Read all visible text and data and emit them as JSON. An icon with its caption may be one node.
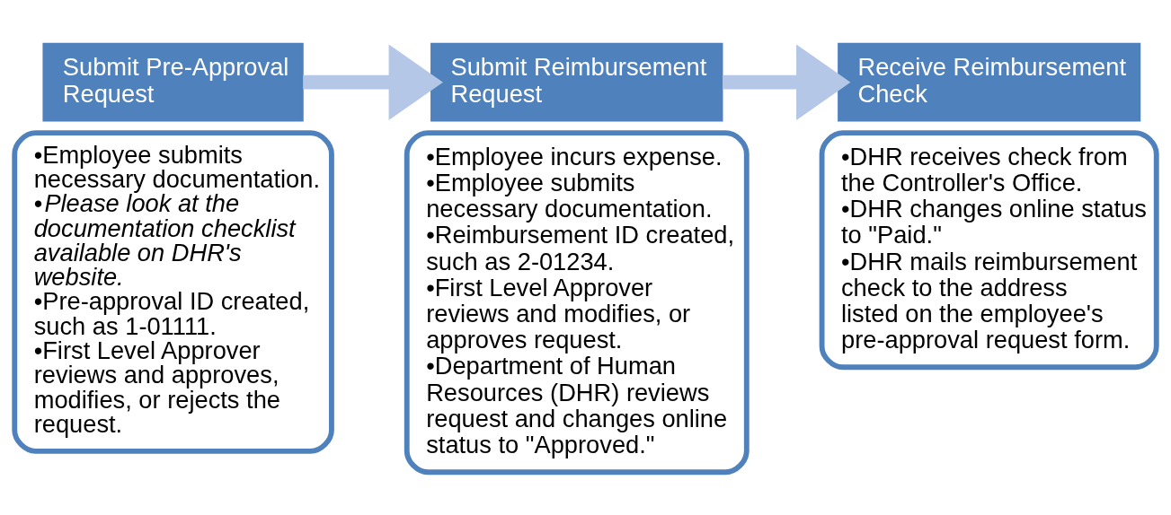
{
  "diagram": {
    "nodes": [
      {
        "text": [
          "Submit Pre-Approval Request"
        ]
      },
      {
        "text": [
          "•Employee submits necessary documentation.",
          "•*Please look at the documentation checklist available on DHR's website.*",
          "•Pre-approval ID created, such as 1-01111.",
          "•First Level Approver reviews and approves, modifies, or rejects the request."
        ]
      },
      {
        "text": [
          "Submit Reimbursement Request"
        ]
      },
      {
        "text": [
          "•Employee incurs expense.",
          "•Employee submits necessary documentation.",
          "•Reimbursement ID created, such as 2-01234.",
          "•First Level Approver reviews and modifies, or approves request.",
          "•Department of Human Resources (DHR) reviews request and changes online status to \"Approved.\""
        ]
      },
      {
        "text": [
          "Receive Reimbursement Check"
        ]
      },
      {
        "text": [
          "•DHR receives check from the Controller's Office.",
          "•DHR changes online status to \"Paid.\"",
          "•DHR mails reimbursement check to the address listed on the employee's pre-approval request form."
        ]
      }
    ],
    "edges": [
      {
        "from": 0,
        "to": 2,
        "arrow": "to"
      },
      {
        "from": 2,
        "to": 4,
        "arrow": "to"
      }
    ]
  }
}
